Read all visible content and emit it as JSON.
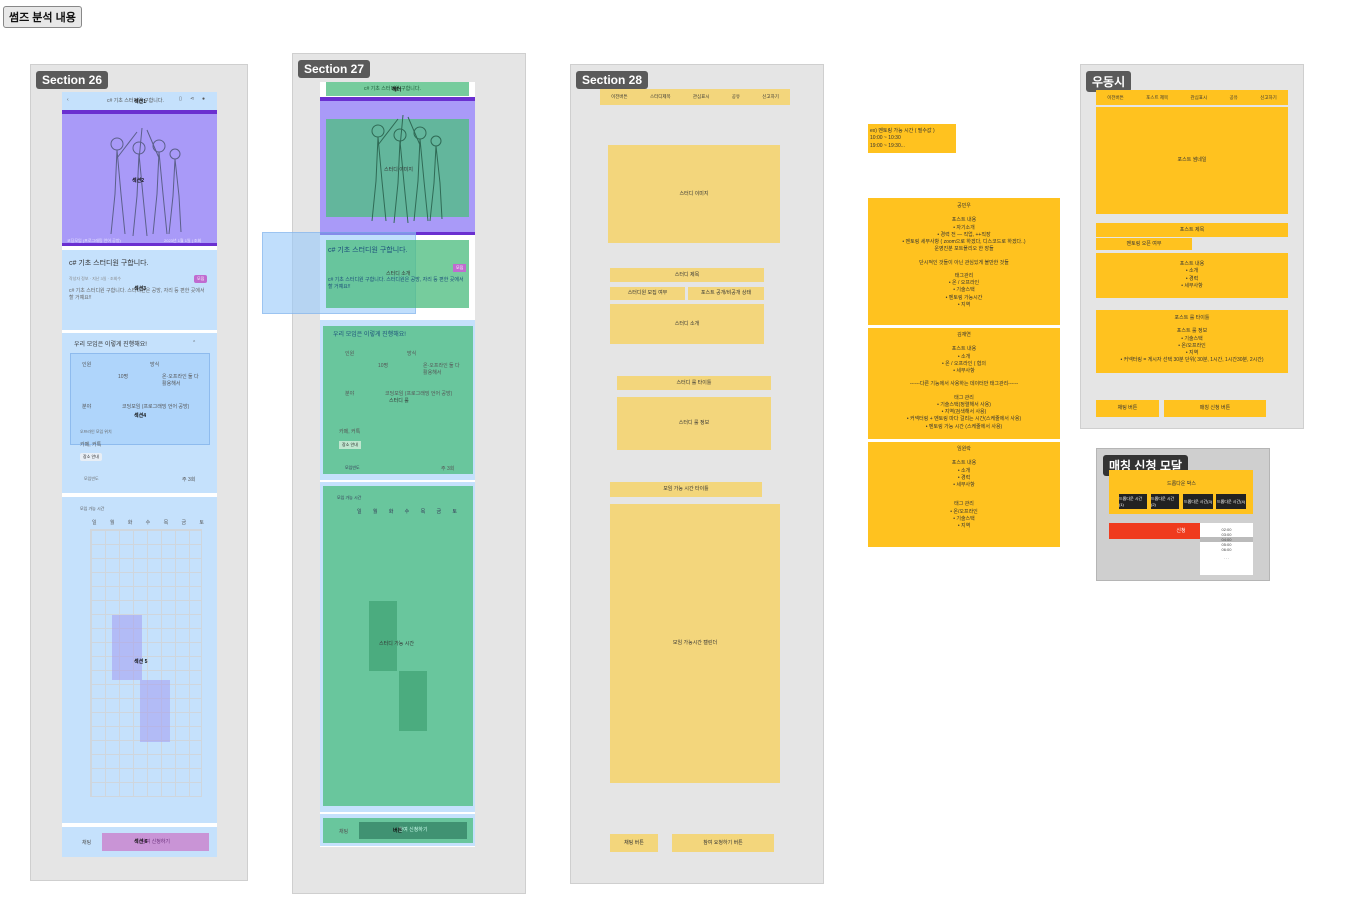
{
  "page_title": "썸즈 분석 내용",
  "frames": {
    "s26": "Section 26",
    "s27": "Section 27",
    "s28": "Section 28",
    "udongsi": "우동시",
    "modal": "매칭 신청 모달"
  },
  "s26": {
    "header_title": "c# 기초 스터디원 구합니다.",
    "header_overlay": "섹션1",
    "hero_label": "섹션2",
    "hero_caption_left": "코딩모임 (프로그래밍 언어 공방)",
    "hero_caption_right": "2023년 1월 1일 | 조회",
    "card_title": "c# 기초 스터디원 구합니다.",
    "card_meta": "작성자 정보 · 지난 3일 · 조회수",
    "card_badge": "모집",
    "card_body": "c# 기초 스터디원 구합니다. 스터디원은 공방, 자리 등 편한 곳에서 할 거예요!!",
    "card_overlay": "섹션3",
    "progress_title": "우리 모임은 이렇게 진행해요!",
    "row1_label": "인원",
    "row1_value": "10명",
    "row2_label": "방식",
    "row2_value": "온·오프라인 둘 다 활용해서",
    "row3_label": "분야",
    "row3_value": "코딩모임 (프로그래밍 언어 공방)",
    "progress_overlay": "섹션4",
    "place_label": "오프라인 모임 위치",
    "place_value": "카페, 커톡",
    "place_chip": "장소 안내",
    "freq_label": "모임빈도",
    "freq_value": "주 3회",
    "time_title": "모임 가능 시간",
    "days": [
      "일",
      "월",
      "화",
      "수",
      "목",
      "금",
      "토"
    ],
    "time_overlay": "섹션 5",
    "footer_left": "채팅",
    "footer_btn": "참여 신청하기",
    "footer_overlay": "섹션 6"
  },
  "s27": {
    "header": "c# 기초 스터디원 구합니다.",
    "header_overlay": "헤더",
    "image_label": "스터디 이미지",
    "intro_title": "c# 기초 스터디원 구합니다.",
    "intro_label": "스터디 소개",
    "intro_body": "c# 기초 스터디원 구합니다. 스터디원은 공방, 자리 등 편한 곳에서 할 거예요!!",
    "intro_badge": "모집",
    "rule_title": "우리 모임은 이렇게 진행해요!",
    "rule_label": "스터디 룰",
    "rule_r1": "인원",
    "rule_r1v": "10명",
    "rule_r2": "방식",
    "rule_r2v": "온·오프라인 둘 다 활용해서",
    "rule_r3": "분야",
    "rule_r3v": "코딩모임 (프로그래밍 언어 공방)",
    "rule_place": "카페, 커톡",
    "rule_chip": "장소 안내",
    "rule_freq": "모임빈도",
    "rule_freqv": "주 3회",
    "time_title": "모임 가능 시간",
    "time_label": "스터디 가능 시간",
    "days": [
      "일",
      "월",
      "화",
      "수",
      "목",
      "금",
      "토"
    ],
    "footer_left": "채팅",
    "footer_label": "버튼",
    "footer_btn": "참여 신청하기"
  },
  "s28": {
    "nav": [
      "이전버튼",
      "스터디제목",
      "관심표시",
      "공유",
      "신고하기"
    ],
    "image": "스터디 이미지",
    "title": "스터디 제목",
    "status": "스터디원 모집 여부",
    "date": "포스트 공개/비공개 상태",
    "intro": "스터디 소개",
    "rule_title": "스터디 룰 타이틀",
    "rule_info": "스터디 룰 정보",
    "time_title": "모임 가능 시간 타이틀",
    "time_cal": "모임 가능시간 캘린더",
    "chat_btn": "채팅 버튼",
    "apply_btn": "참여 요청하기 버튼"
  },
  "notes": {
    "sticky_line1": "ex) 멘토링 가능 시간 ( 필수값 )",
    "sticky_line2": "10:00 ~ 10:30",
    "sticky_line3": "19:00 ~ 19:30...",
    "b1_title": "공민우",
    "b1_lines": [
      "포스트 내용",
      "• 자기소개",
      "• 경력 전 — 직업, ++직장",
      "• 멘토링 세부사항 ( zoom으로 하겠다, 디스코드로 하겠다..)",
      "운영진분 포트폴리오 한 장들",
      "",
      "단시적인 것들이 아닌 관심있게 볼만한 것들",
      "",
      "태그관리",
      "• 온 / 오프라인",
      "• 기술스택",
      "• 멘토링 가능시간",
      "• 지역"
    ],
    "b2_title": "김재연",
    "b2_lines": [
      "포스트 내용",
      "• 소개",
      "• 온 / 오프라인 ( 협의",
      "• 세부사항",
      "",
      "------다른 기능에서 사용하는 데이터만 태그관리------",
      "",
      "태그 관리",
      "• 기술스택(정렬해서 사용)",
      "• 지역(검색해서 사용)",
      "• 커넥터링 + 멘토링 마다 걸리는 시간(스케줄에서 사용)",
      "• 멘토링 가능 시간 (스케줄에서 사용)"
    ],
    "b3_title": "임원락",
    "b3_lines": [
      "포스트 내용",
      "• 소개",
      "• 경력",
      "• 세부사항",
      "",
      "",
      "태그 관리",
      "• 온/오프라인",
      "• 기술스택",
      "• 지역"
    ]
  },
  "udongsi": {
    "nav": [
      "이전버튼",
      "포스트 제목",
      "관심표시",
      "공유",
      "신고하기"
    ],
    "thumb": "포스트 썸네일",
    "post_title": "포스트 제목",
    "open": "멘토링 오픈 여부",
    "content_title": "포스트 내용",
    "content_items": [
      "• 소개",
      "• 경력",
      "• 세부사항"
    ],
    "rule_title": "포스트 룰 타이틀",
    "rule_info": "포스트 룰 정보",
    "rule_items": [
      "• 기술스택",
      "• 온/오프라인",
      "• 지역"
    ],
    "rule_note": "• 커넥터링 = 게시자 선택 30분 단위( 30분, 1시간, 1시간30분, 2시간)",
    "chat_btn": "채팅 버튼",
    "apply_btn": "매칭 신청 버튼"
  },
  "modal": {
    "dropdown_title": "드롭다운 박스",
    "btns": [
      "드롭다운 시간(1)",
      "드롭다운 시간(2)",
      "드롭다운 시간(3)",
      "드롭다운 시간(4)"
    ],
    "apply": "신청",
    "times": [
      "02:00",
      "03:00",
      "04:00",
      "05:00",
      "06:00"
    ],
    "dots": ". . ."
  }
}
